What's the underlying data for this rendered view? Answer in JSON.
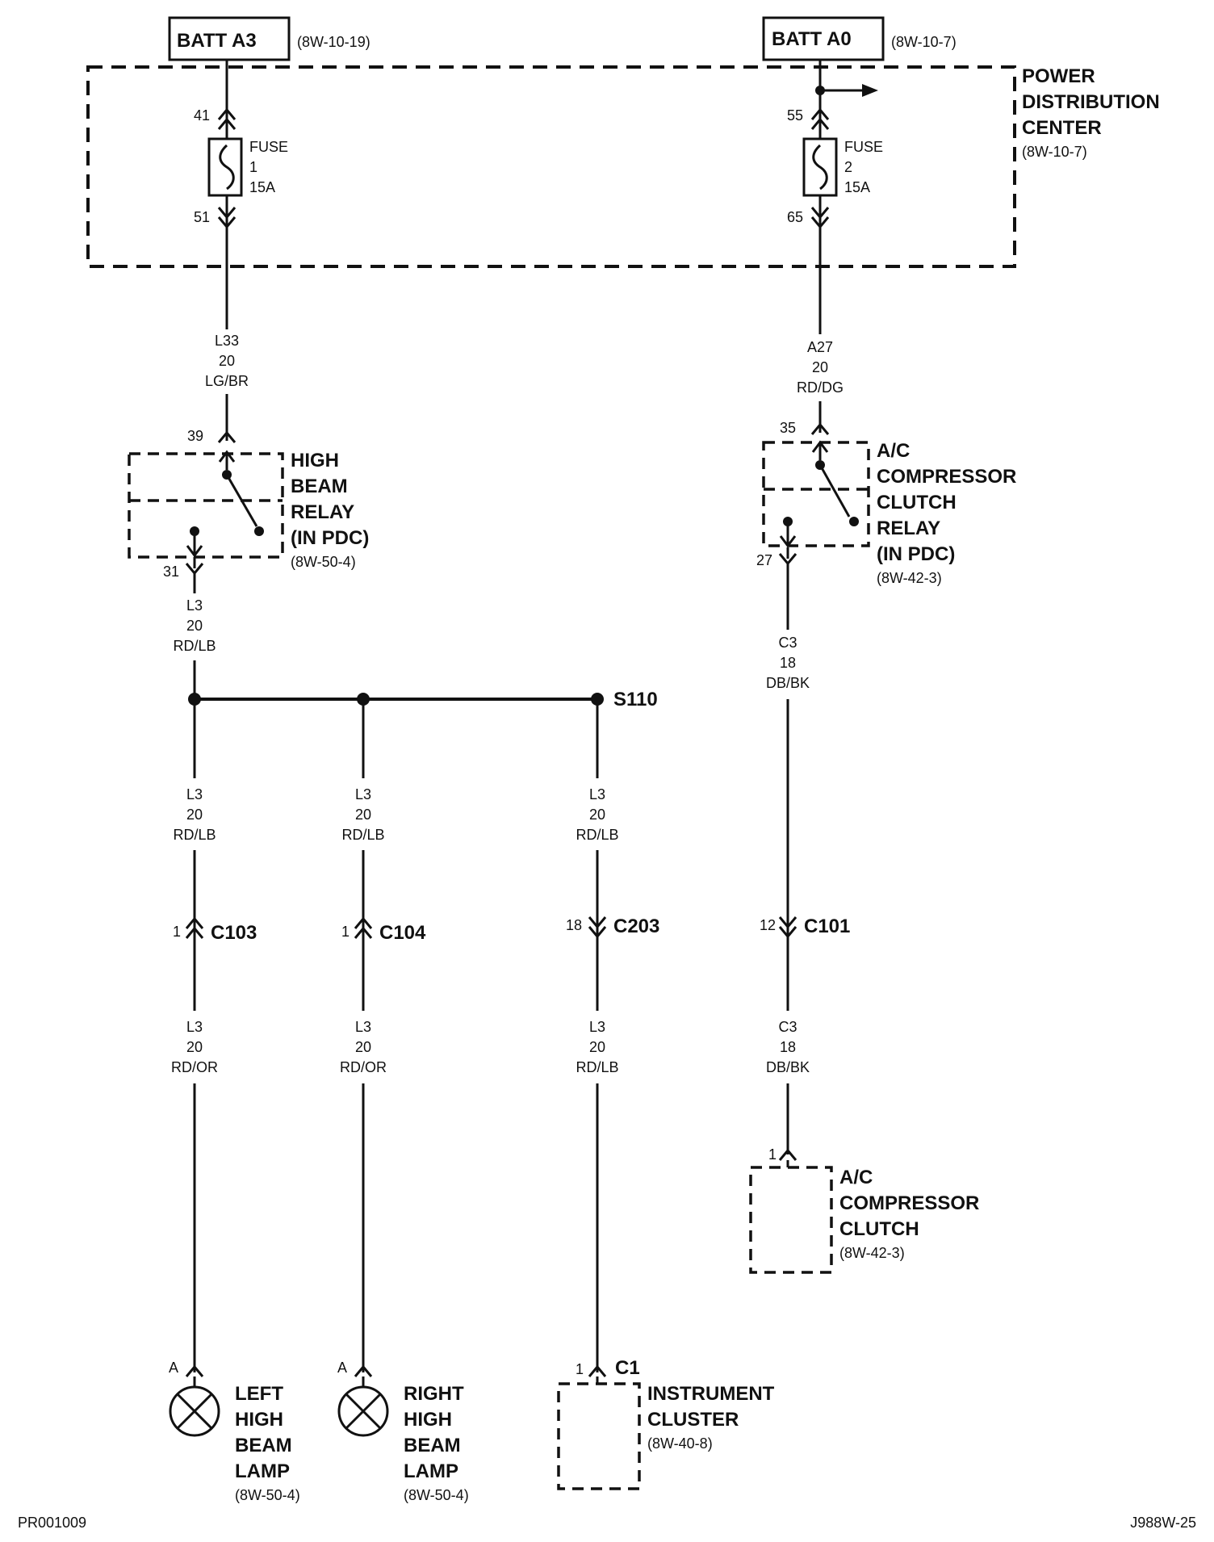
{
  "sources": {
    "left": {
      "label": "BATT A3",
      "ref": "(8W-10-19)"
    },
    "right": {
      "label": "BATT A0",
      "ref": "(8W-10-7)"
    }
  },
  "pdc": {
    "title_lines": [
      "POWER",
      "DISTRIBUTION",
      "CENTER"
    ],
    "ref": "(8W-10-7)"
  },
  "fuses": {
    "fuse1": {
      "in_pin": "41",
      "out_pin": "51",
      "lines": [
        "FUSE",
        "1",
        "15A"
      ]
    },
    "fuse2": {
      "in_pin": "55",
      "out_pin": "65",
      "lines": [
        "FUSE",
        "2",
        "15A"
      ]
    }
  },
  "wires": {
    "l33": [
      "L33",
      "20",
      "LG/BR"
    ],
    "a27": [
      "A27",
      "20",
      "RD/DG"
    ],
    "l3_main": [
      "L3",
      "20",
      "RD/LB"
    ],
    "l3_b1": [
      "L3",
      "20",
      "RD/LB"
    ],
    "l3_b2": [
      "L3",
      "20",
      "RD/LB"
    ],
    "l3_b3": [
      "L3",
      "20",
      "RD/LB"
    ],
    "l3_b1_low": [
      "L3",
      "20",
      "RD/OR"
    ],
    "l3_b2_low": [
      "L3",
      "20",
      "RD/OR"
    ],
    "l3_b3_low": [
      "L3",
      "20",
      "RD/LB"
    ],
    "c3_up": [
      "C3",
      "18",
      "DB/BK"
    ],
    "c3_low": [
      "C3",
      "18",
      "DB/BK"
    ]
  },
  "relays": {
    "high_beam": {
      "pin_in": "39",
      "pin_out": "31",
      "lines": [
        "HIGH",
        "BEAM",
        "RELAY",
        "(IN PDC)"
      ],
      "ref": "(8W-50-4)"
    },
    "ac": {
      "pin_in": "35",
      "pin_out": "27",
      "lines": [
        "A/C",
        "COMPRESSOR",
        "CLUTCH",
        "RELAY",
        "(IN PDC)"
      ],
      "ref": "(8W-42-3)"
    }
  },
  "splice": "S110",
  "connectors": {
    "c103": {
      "pin": "1",
      "name": "C103"
    },
    "c104": {
      "pin": "1",
      "name": "C104"
    },
    "c203": {
      "pin": "18",
      "name": "C203"
    },
    "c101": {
      "pin": "12",
      "name": "C101"
    }
  },
  "loads": {
    "left_lamp": {
      "pin": "A",
      "lines": [
        "LEFT",
        "HIGH",
        "BEAM",
        "LAMP"
      ],
      "ref": "(8W-50-4)"
    },
    "right_lamp": {
      "pin": "A",
      "lines": [
        "RIGHT",
        "HIGH",
        "BEAM",
        "LAMP"
      ],
      "ref": "(8W-50-4)"
    },
    "cluster": {
      "pin": "1",
      "conn": "C1",
      "lines": [
        "INSTRUMENT",
        "CLUSTER"
      ],
      "ref": "(8W-40-8)"
    },
    "ac_clutch": {
      "pin": "1",
      "lines": [
        "A/C",
        "COMPRESSOR",
        "CLUTCH"
      ],
      "ref": "(8W-42-3)"
    }
  },
  "footer": {
    "left": "PR001009",
    "right": "J988W-25"
  }
}
